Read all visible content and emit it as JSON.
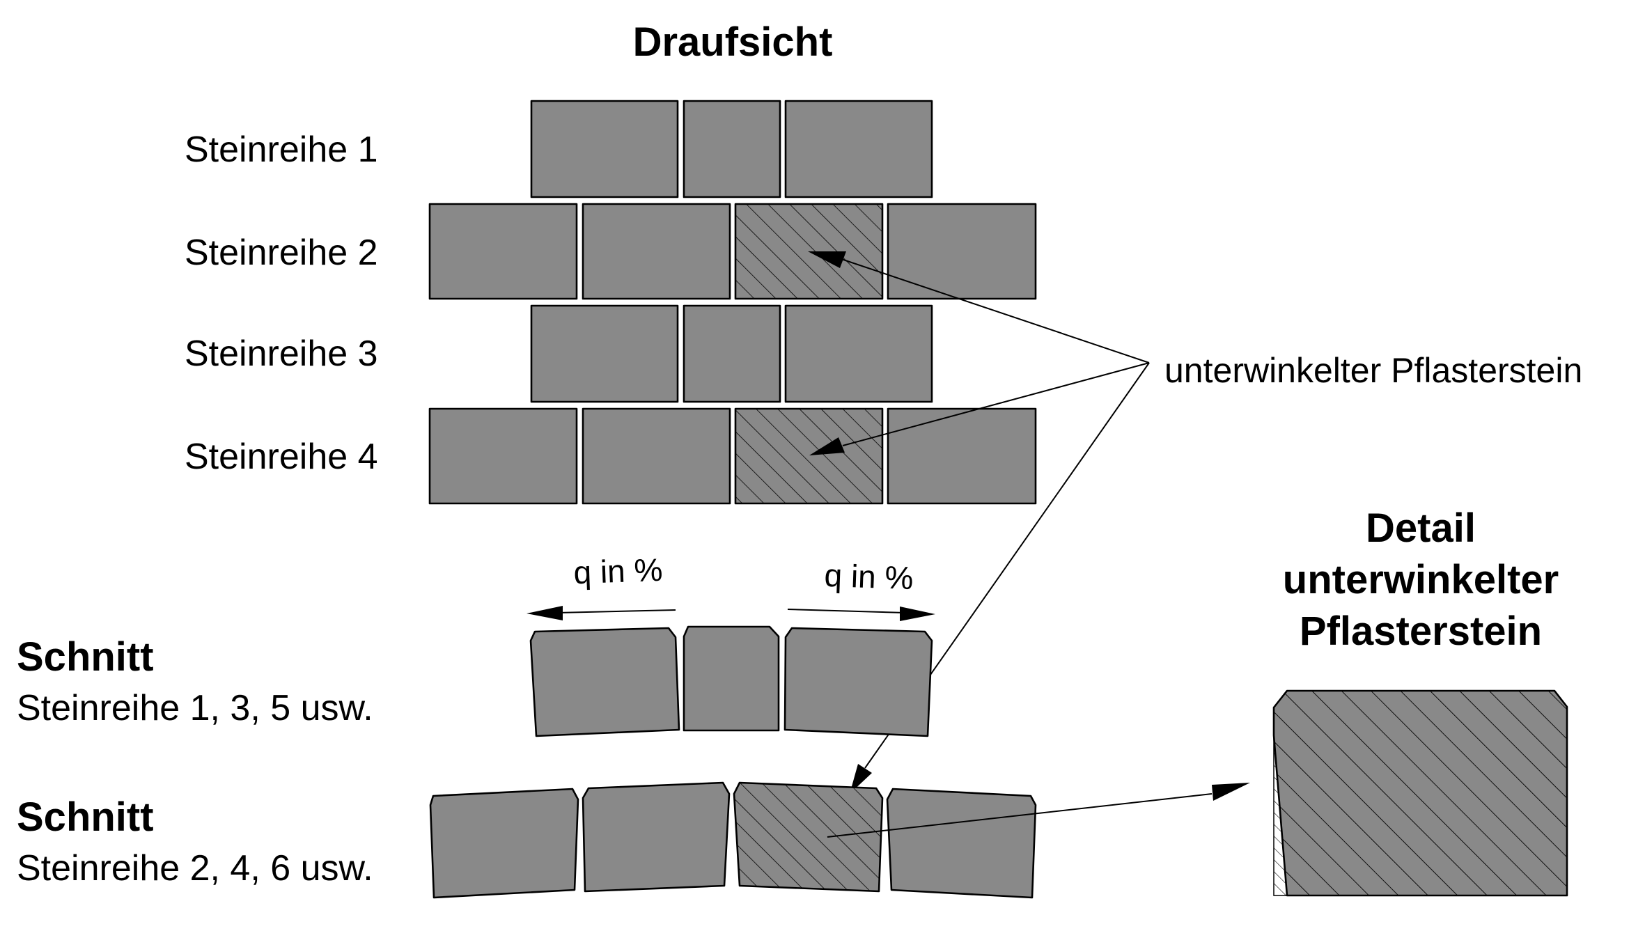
{
  "top_view": {
    "title": "Draufsicht",
    "rows": [
      {
        "label": "Steinreihe 1"
      },
      {
        "label": "Steinreihe 2"
      },
      {
        "label": "Steinreihe 3"
      },
      {
        "label": "Steinreihe 4"
      }
    ]
  },
  "callout": {
    "label": "unterwinkelter Pflasterstein"
  },
  "slope": {
    "left_label": "q in %",
    "right_label": "q in %"
  },
  "section_odd": {
    "title": "Schnitt",
    "subtitle": "Steinreihe 1, 3, 5 usw."
  },
  "section_even": {
    "title": "Schnitt",
    "subtitle": "Steinreihe 2, 4, 6 usw."
  },
  "detail": {
    "title_lines": [
      "Detail",
      "unterwinkelter",
      "Pflasterstein"
    ]
  },
  "colors": {
    "stone_fill": "#898989",
    "stroke": "#000000",
    "background": "#ffffff"
  }
}
